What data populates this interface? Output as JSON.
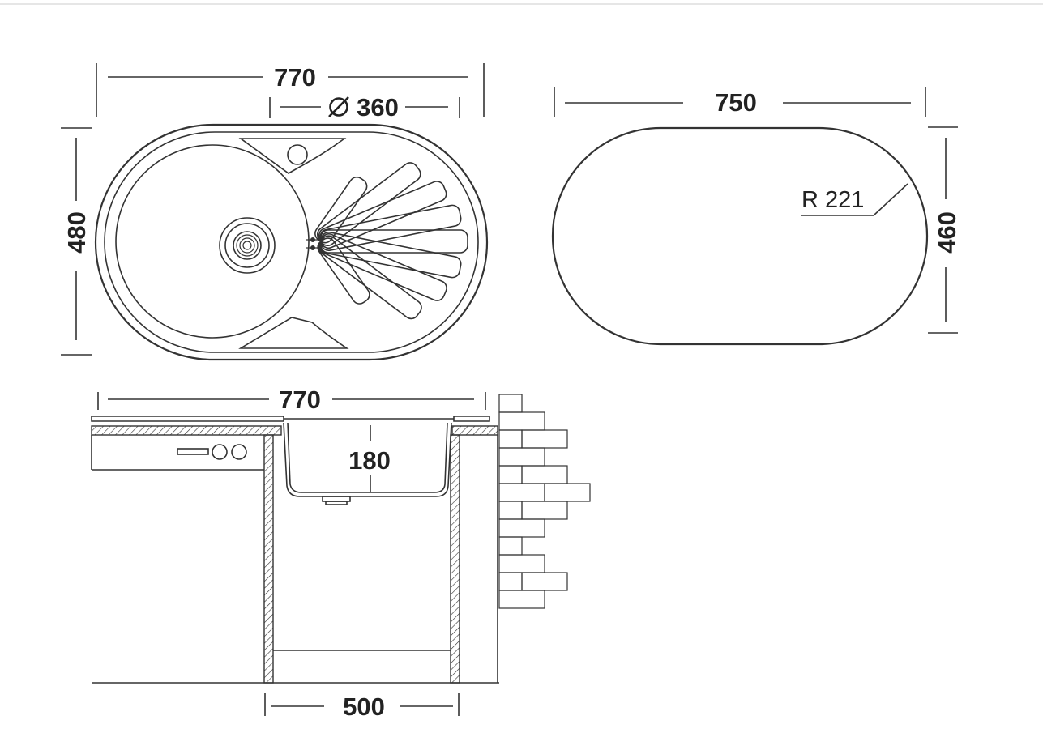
{
  "top_view": {
    "width_label": "770",
    "bowl_diameter_label": "360",
    "height_label": "480"
  },
  "outline_view": {
    "width_label": "750",
    "radius_label": "R 221",
    "height_label": "460"
  },
  "side_view": {
    "width_label": "770",
    "depth_label": "180",
    "cabinet_label": "500"
  },
  "colors": {
    "line": "#333333",
    "text": "#222222",
    "background": "#ffffff"
  },
  "icons": {
    "diameter": "diameter-symbol-icon",
    "drain": "drain-strainer-icon"
  }
}
